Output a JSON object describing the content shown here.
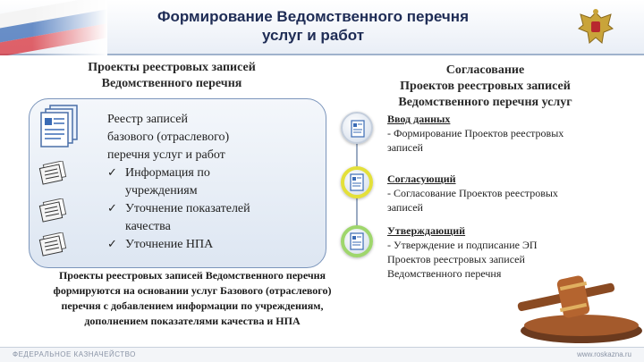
{
  "header": {
    "title_line1": "Формирование Ведомственного перечня",
    "title_line2": "услуг и работ"
  },
  "left": {
    "heading_line1": "Проекты реестровых записей",
    "heading_line2": "Ведомственного перечня",
    "panel_lines": [
      "Реестр записей",
      "базового (отраслевого)",
      "перечня услуг и работ"
    ],
    "checks": [
      {
        "line1": "Информация по",
        "line2": "учреждениям"
      },
      {
        "line1": "Уточнение показателей",
        "line2": "качества"
      },
      {
        "line1": "Уточнение НПА",
        "line2": ""
      }
    ],
    "bottom_lines": [
      "Проекты реестровых записей Ведомственного перечня",
      "формируются на основании услуг Базового (отраслевого)",
      "перечня с добавлением информации по учреждениям,",
      "дополнением показателями качества и НПА"
    ]
  },
  "right": {
    "heading_lines": [
      "Согласование",
      "Проектов реестровых записей",
      "Ведомственного перечня услуг"
    ],
    "steps": [
      {
        "role": "Ввод данных",
        "desc_lines": [
          "- Формирование Проектов реестровых",
          "записей"
        ],
        "ring": "none"
      },
      {
        "role": "Согласующий",
        "desc_lines": [
          "- Согласование Проектов реестровых",
          "записей"
        ],
        "ring": "yellow"
      },
      {
        "role": "Утверждающий",
        "desc_lines": [
          "- Утверждение и подписание ЭП",
          "Проектов реестровых записей",
          "Ведомственного перечня"
        ],
        "ring": "green"
      }
    ]
  },
  "footer": {
    "left": "ФЕДЕРАЛЬНОЕ КАЗНАЧЕЙСТВО",
    "right": "www.roskazna.ru"
  },
  "colors": {
    "title": "#1e2c55",
    "panel_border": "#7b95bb",
    "ring_yellow": "#e3e03a",
    "ring_green": "#9fd66c"
  },
  "icons": [
    "document-stack-icon",
    "document-list-icon",
    "eagle-emblem-icon",
    "gavel-icon"
  ]
}
